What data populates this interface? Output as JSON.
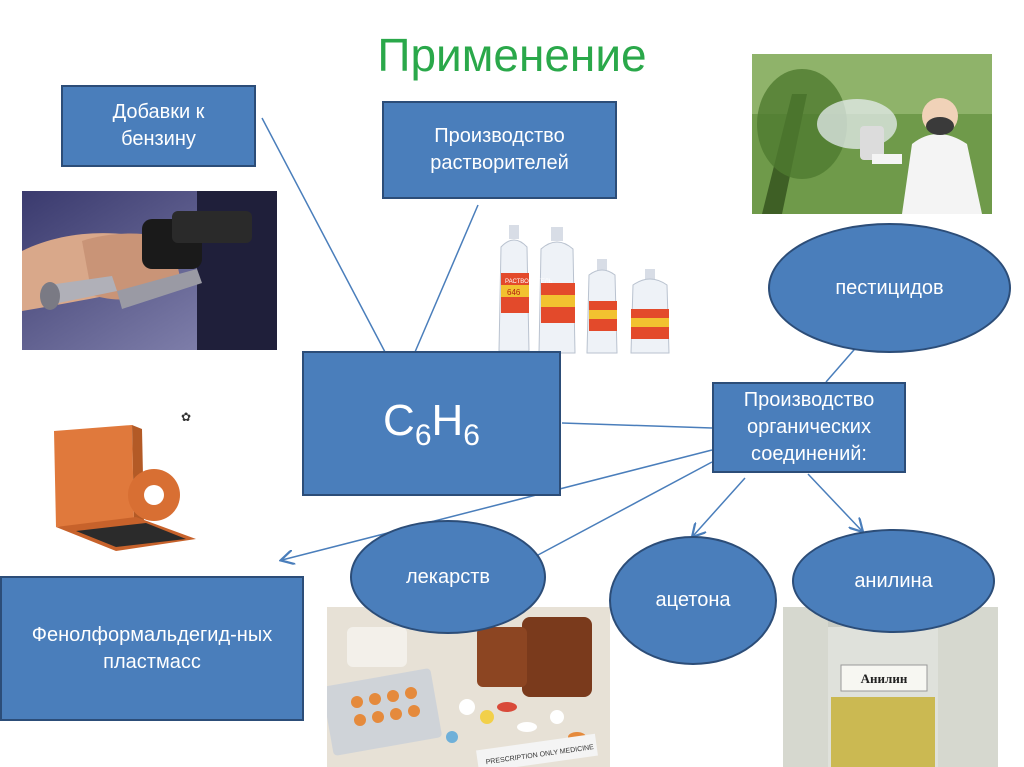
{
  "title": "Применение",
  "nodes": {
    "gasoline": "Добавки к бензину",
    "solvents": "Производство растворителей",
    "benzene": {
      "c": "C",
      "n1": "6",
      "h": "H",
      "n2": "6"
    },
    "organic": "Производство органических соединений:",
    "pesticides": "пестицидов",
    "medicines": "лекарств",
    "acetone": "ацетона",
    "aniline": "анилина",
    "phenol": "Фенолформальдегид-ных пластмасс"
  },
  "photo_labels": {
    "bottle_label": "РАСТВОРИТЕЛЬ",
    "bottle_num": "646",
    "aniline_label": "Анилин",
    "pills_label": "PRESCRIPTION ONLY MEDICINE"
  },
  "colors": {
    "box": "#4a7ebb",
    "border": "#2c4d78",
    "title": "#2aa84a",
    "line": "#4a7ebb"
  }
}
